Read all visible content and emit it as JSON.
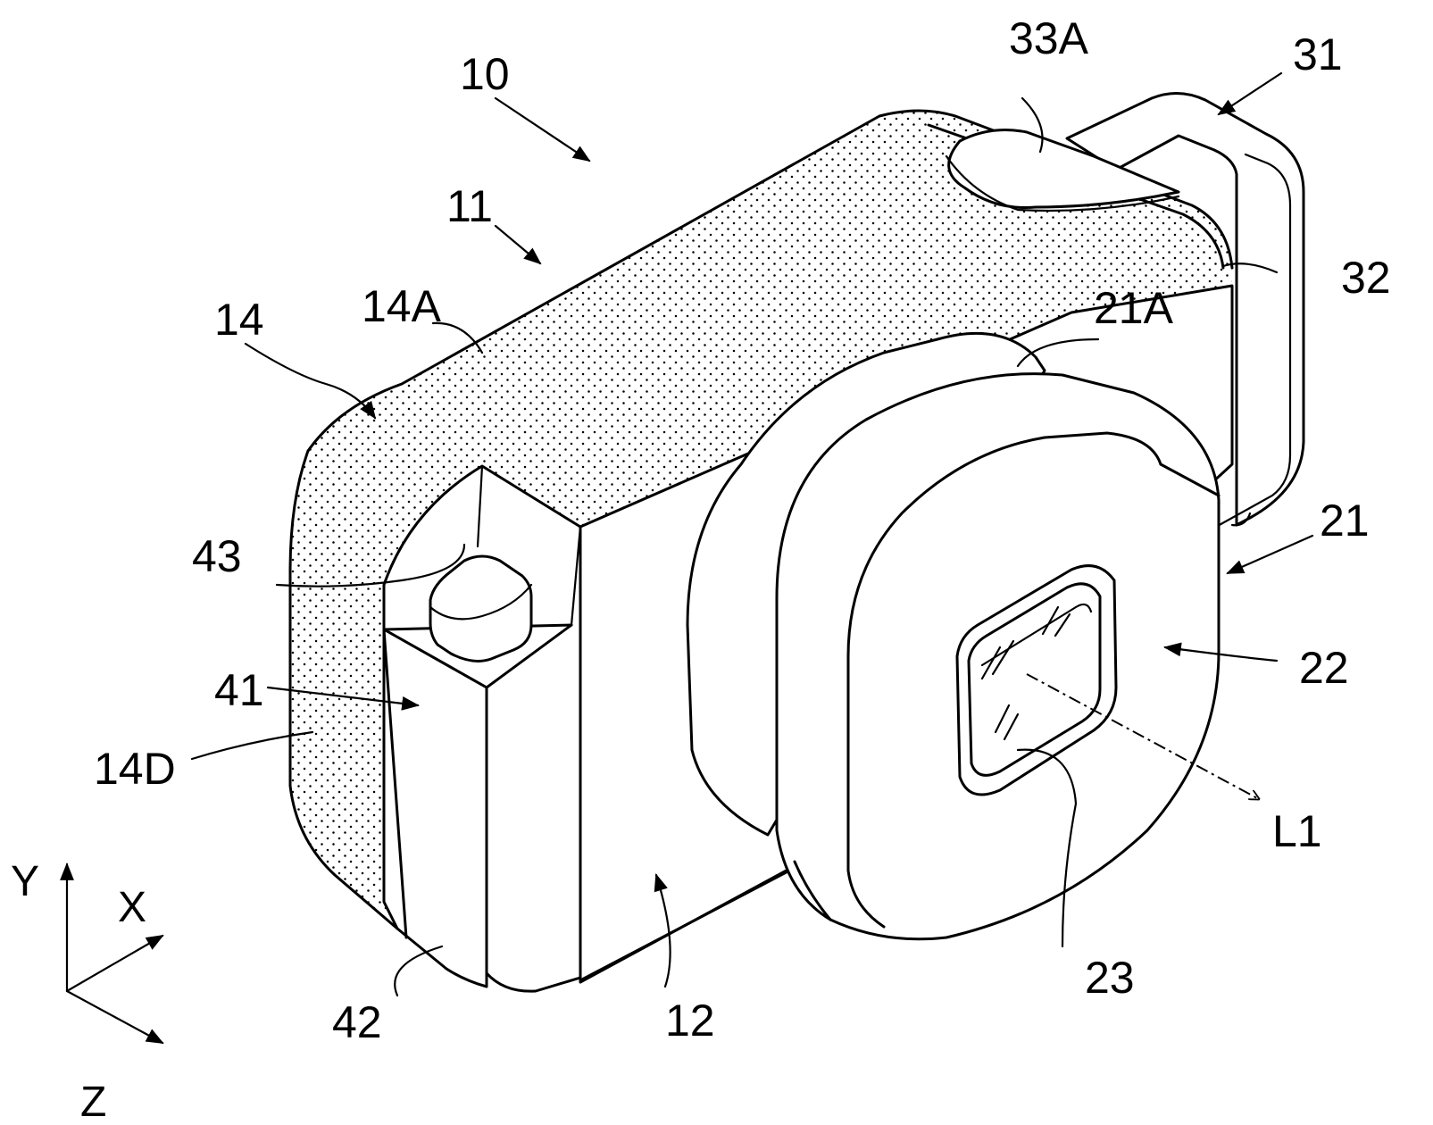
{
  "figure": {
    "labels": {
      "camera": "10",
      "body": "11",
      "front_face": "12",
      "side_cover": "14",
      "top_face": "14A",
      "side_face": "14D",
      "lens_unit": "21",
      "lens_rim": "21A",
      "lens_front": "22",
      "lens_window": "23",
      "handle": "31",
      "handle_band": "32",
      "top_pad": "33A",
      "grip": "41",
      "grip_bottom": "42",
      "button": "43",
      "optical_axis": "L1"
    },
    "axes": {
      "y": "Y",
      "x": "X",
      "z": "Z"
    }
  }
}
